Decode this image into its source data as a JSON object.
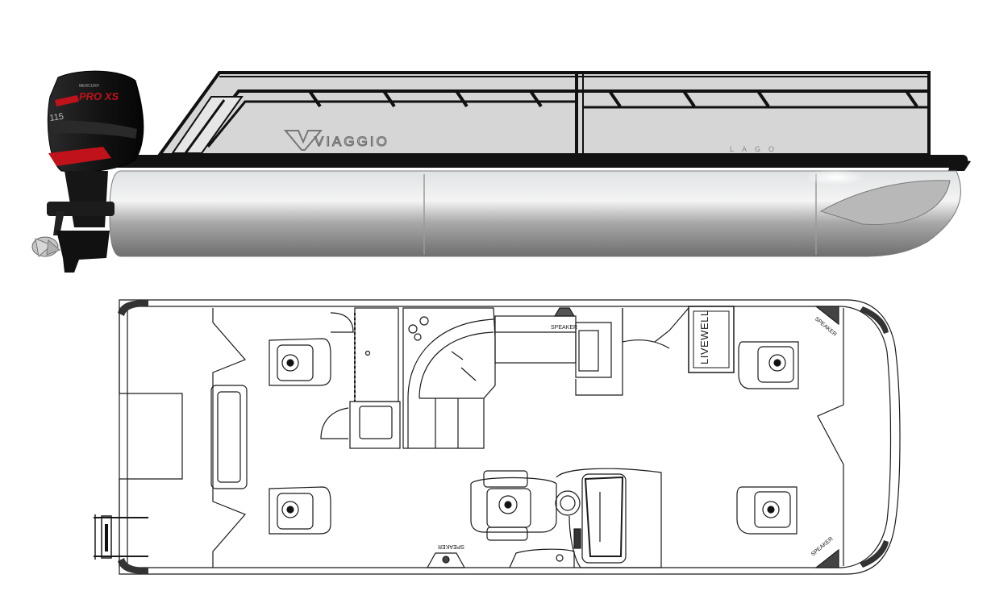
{
  "profile": {
    "brand_logo": "VIAGGIO",
    "model_text": "LAGO",
    "motor_brand": "MERCURY",
    "motor_series": "PRO XS",
    "motor_hp": "115"
  },
  "plan": {
    "labels": {
      "livewell": "LIVEWELL",
      "speaker_top": "SPEAKER",
      "speaker_bottom": "SPEAKER",
      "speaker_bow_top": "SPEAKER",
      "speaker_bow_bottom": "SPEAKER"
    }
  },
  "colors": {
    "line": "#1a1a1a",
    "fence_panel": "#d4d4d4",
    "rail": "#111111",
    "tube_light": "#e9e9e9",
    "tube_dark": "#8f8f8f",
    "motor_body": "#171717",
    "motor_accent": "#c0121a"
  }
}
